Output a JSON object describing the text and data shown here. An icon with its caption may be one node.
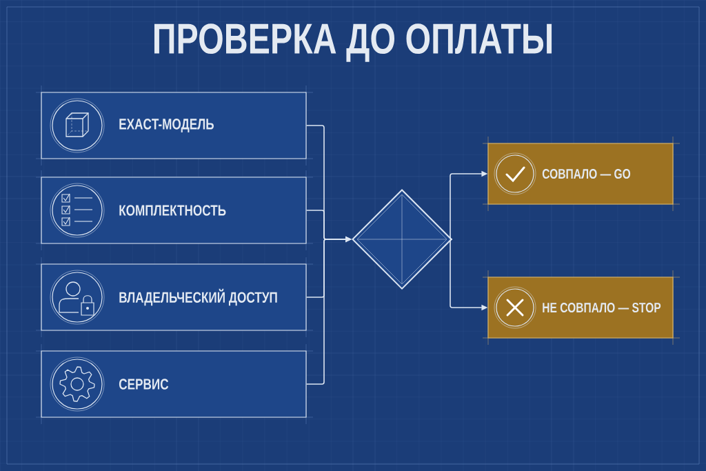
{
  "diagram": {
    "title": "ПРОВЕРКА ДО ОПЛАТЫ",
    "nodes": [
      {
        "text": [
          "EXACT-МОДЕЛЬ"
        ]
      },
      {
        "text": [
          "КОМПЛЕКТНОСТЬ"
        ]
      },
      {
        "text": [
          "ВЛАДЕЛЬЧЕСКИЙ ДОСТУП"
        ]
      },
      {
        "text": [
          "СЕРВИС"
        ]
      },
      {
        "text": [],
        "shape": "diamond"
      },
      {
        "text": [
          "СОВПАЛО — GO"
        ]
      },
      {
        "text": [
          "НЕ СОВПАЛО — STOP"
        ]
      }
    ],
    "edges": [
      {
        "from": 0,
        "to": 4,
        "arrow": "to"
      },
      {
        "from": 1,
        "to": 4,
        "arrow": "to"
      },
      {
        "from": 2,
        "to": 4,
        "arrow": "to"
      },
      {
        "from": 3,
        "to": 4,
        "arrow": "to"
      },
      {
        "from": 4,
        "to": 5,
        "arrow": "to"
      },
      {
        "from": 4,
        "to": 6,
        "arrow": "to"
      }
    ]
  }
}
